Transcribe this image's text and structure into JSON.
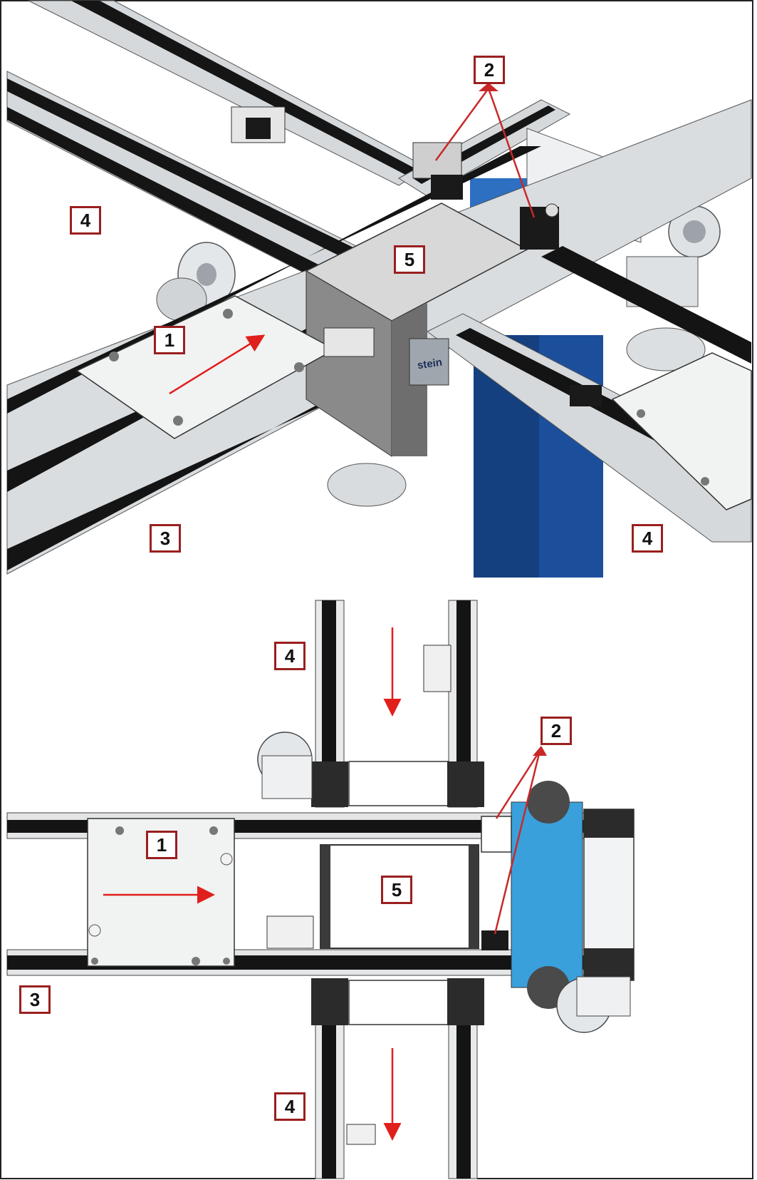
{
  "figure": {
    "top_view": {
      "callouts": [
        {
          "id": "c2",
          "label": "2"
        },
        {
          "id": "c4a",
          "label": "4"
        },
        {
          "id": "c5",
          "label": "5"
        },
        {
          "id": "c1",
          "label": "1"
        },
        {
          "id": "c3",
          "label": "3"
        },
        {
          "id": "c4b",
          "label": "4"
        }
      ],
      "brand_label": "stein"
    },
    "bottom_view": {
      "callouts": [
        {
          "id": "d4a",
          "label": "4"
        },
        {
          "id": "d2",
          "label": "2"
        },
        {
          "id": "d1",
          "label": "1"
        },
        {
          "id": "d5",
          "label": "5"
        },
        {
          "id": "d3",
          "label": "3"
        },
        {
          "id": "d4b",
          "label": "4"
        }
      ]
    },
    "colors": {
      "callout_border": "#9a1f1f",
      "arrow": "#e0201c",
      "belt": "#141414",
      "rail": "#c9cdd0",
      "pillar_blue": "#1b4f9c",
      "lift_blue": "#3aa0dc",
      "pallet": "#f1f2f2"
    }
  }
}
